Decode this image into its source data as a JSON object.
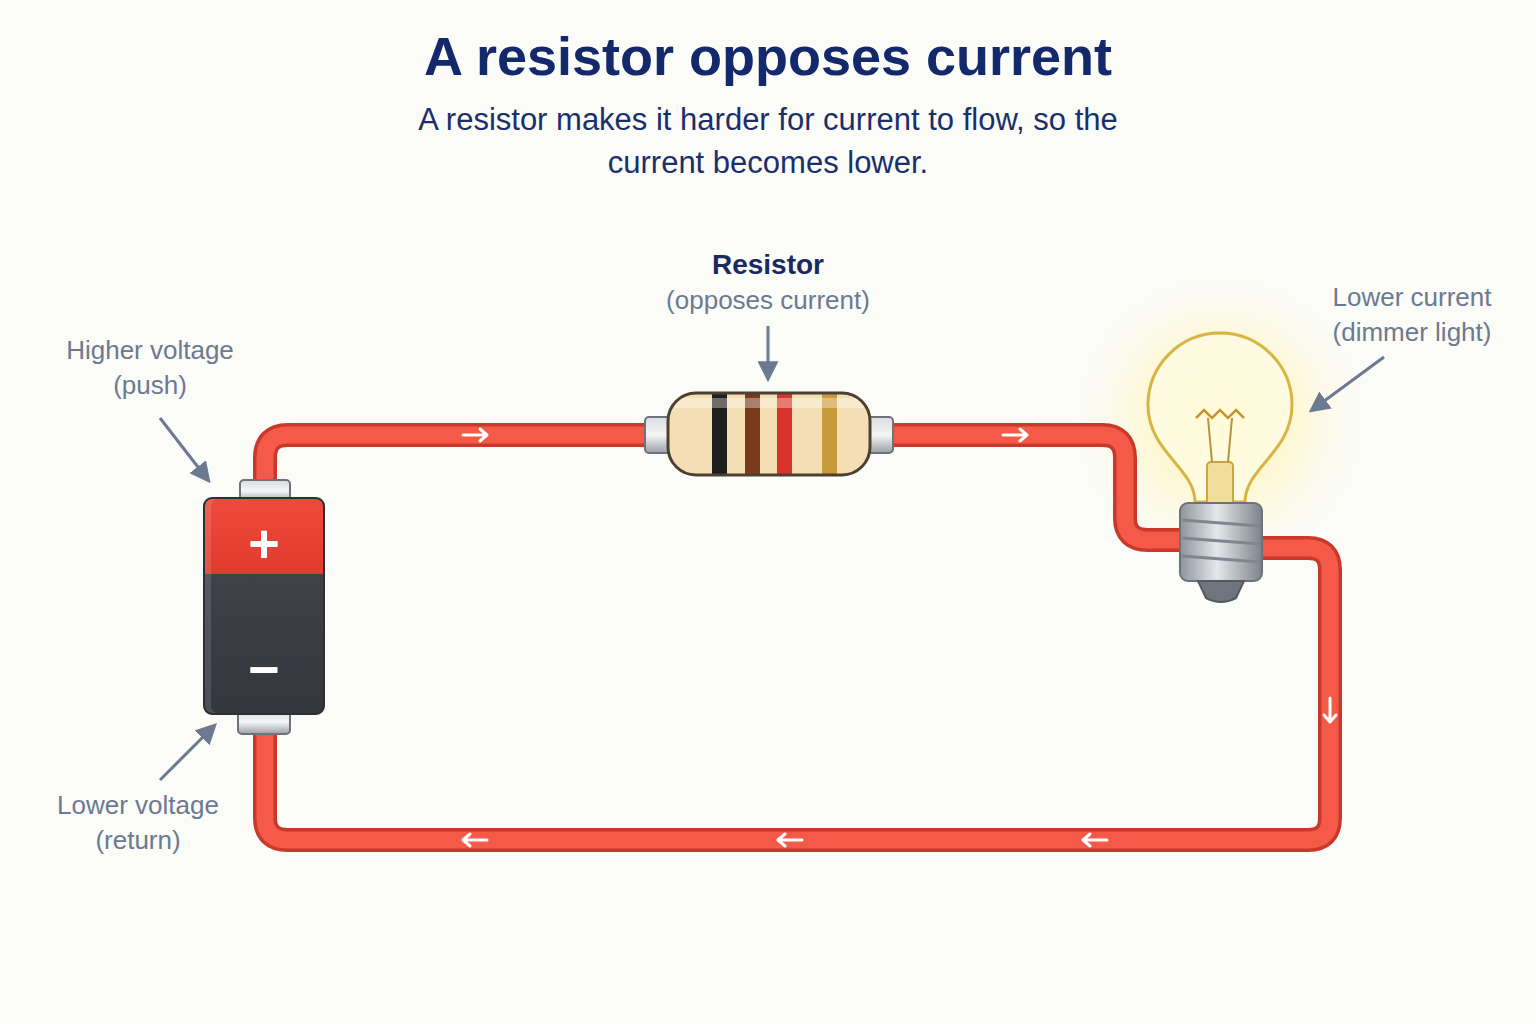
{
  "diagram": {
    "title": "A resistor opposes current",
    "nodes": [
      {
        "text": [
          "+",
          "−"
        ]
      }
    ],
    "labels": [
      "A resistor makes it harder for current to flow, so the current becomes lower.",
      "Resistor",
      "(opposes current)",
      "Lower current (dimmer light)",
      "Higher voltage (push)",
      "Lower voltage (return)"
    ]
  }
}
